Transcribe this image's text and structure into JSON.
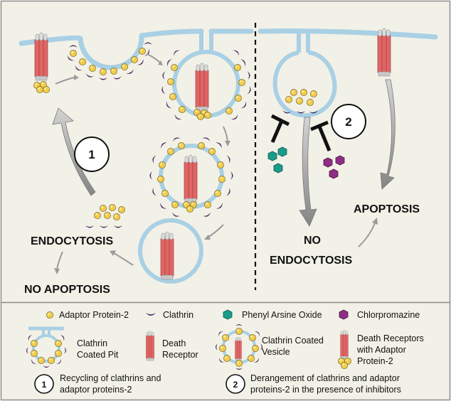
{
  "labels": {
    "endocytosis": "ENDOCYTOSIS",
    "no_apoptosis": "NO APOPTOSIS",
    "apoptosis": "APOPTOSIS",
    "no": "NO",
    "no_endocytosis": "ENDOCYTOSIS",
    "step1": "1",
    "step2": "2"
  },
  "legend": {
    "adaptor": "Adaptor Protein-2",
    "clathrin": "Clathrin",
    "pao": "Phenyl Arsine Oxide",
    "cpz": "Chlorpromazine",
    "pit_1": "Clathrin",
    "pit_2": "Coated Pit",
    "dr_1": "Death",
    "dr_2": "Receptor",
    "vesicle_1": "Clathrin Coated",
    "vesicle_2": "Vesicle",
    "drap_1": "Death Receptors",
    "drap_2": "with Adaptor",
    "drap_3": "Protein-2",
    "key1_num": "1",
    "key1_1": "Recycling of clathrins and",
    "key1_2": "adaptor proteins-2",
    "key2_num": "2",
    "key2_1": "Derangement of clathrins and adaptor",
    "key2_2": "proteins-2 in the presence of inhibitors"
  },
  "colors": {
    "panel_bg": "#f2f1e7",
    "border": "#8e8e8e",
    "membrane": "#a9d0e4",
    "receptor": "#e06666",
    "receptor_dark": "#a83e3e",
    "cap": "#d9d9d9",
    "adaptor": "#f2cd4a",
    "clathrin": "#4b2560",
    "pao": "#1a9c8a",
    "cpz": "#8e2e84",
    "arrow": "#9a9a9a"
  }
}
